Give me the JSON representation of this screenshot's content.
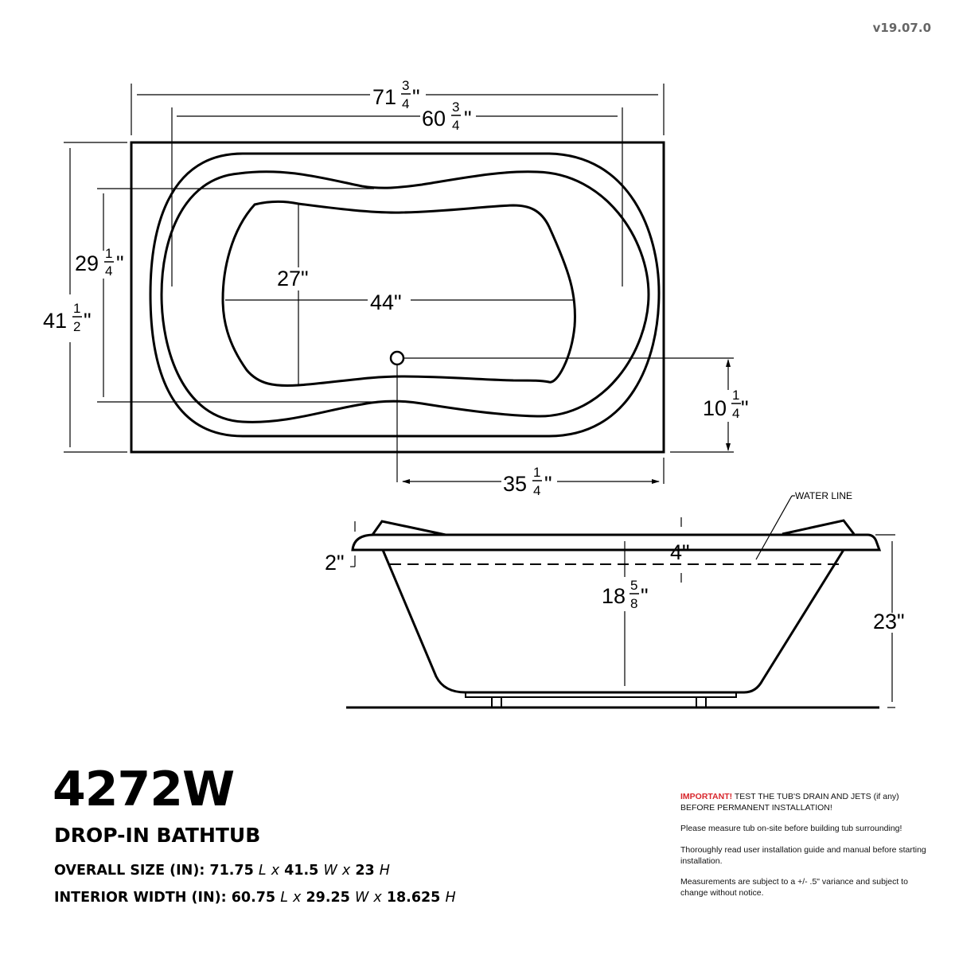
{
  "version": "v19.07.0",
  "product": {
    "model": "4272W",
    "type": "DROP-IN BATHTUB",
    "overall_size": {
      "label": "OVERALL SIZE (IN):",
      "length": "71.75",
      "length_unit": "L",
      "width": "41.5",
      "width_unit": "W",
      "height": "23",
      "height_unit": "H",
      "sep": "x"
    },
    "interior_size": {
      "label": "INTERIOR WIDTH (IN):",
      "length": "60.75",
      "length_unit": "L",
      "width": "29.25",
      "width_unit": "W",
      "height": "18.625",
      "height_unit": "H",
      "sep": "x"
    }
  },
  "notes": {
    "important_label": "IMPORTANT!",
    "important_text": " TEST THE TUB'S DRAIN AND JETS (if any) BEFORE PERMANENT INSTALLATION!",
    "items": [
      "Please measure tub on-site before building tub surrounding!",
      "Thoroughly read user installation guide and manual before starting installation.",
      "Measurements are subject to a +/- .5\" variance and subject to change without notice."
    ]
  },
  "top_view": {
    "overall_length": {
      "whole": "71",
      "num": "3",
      "den": "4",
      "unit": "\""
    },
    "interior_length": {
      "whole": "60",
      "num": "3",
      "den": "4",
      "unit": "\""
    },
    "overall_width": {
      "whole": "41",
      "num": "1",
      "den": "2",
      "unit": "\""
    },
    "interior_width": {
      "whole": "29",
      "num": "1",
      "den": "4",
      "unit": "\""
    },
    "floor_width": "27\"",
    "floor_length": "44\"",
    "drain_offset_y": {
      "whole": "10",
      "num": "1",
      "den": "4",
      "unit": "\""
    },
    "drain_offset_x": {
      "whole": "35",
      "num": "1",
      "den": "4",
      "unit": "\""
    }
  },
  "side_view": {
    "water_line_label": "WATER LINE",
    "rim_thickness": "2\"",
    "water_line_depth": "4\"",
    "interior_depth": {
      "whole": "18",
      "num": "5",
      "den": "8",
      "unit": "\""
    },
    "total_height": "23\""
  },
  "colors": {
    "line": "#000000",
    "important": "#d8262c",
    "version": "#666666"
  }
}
